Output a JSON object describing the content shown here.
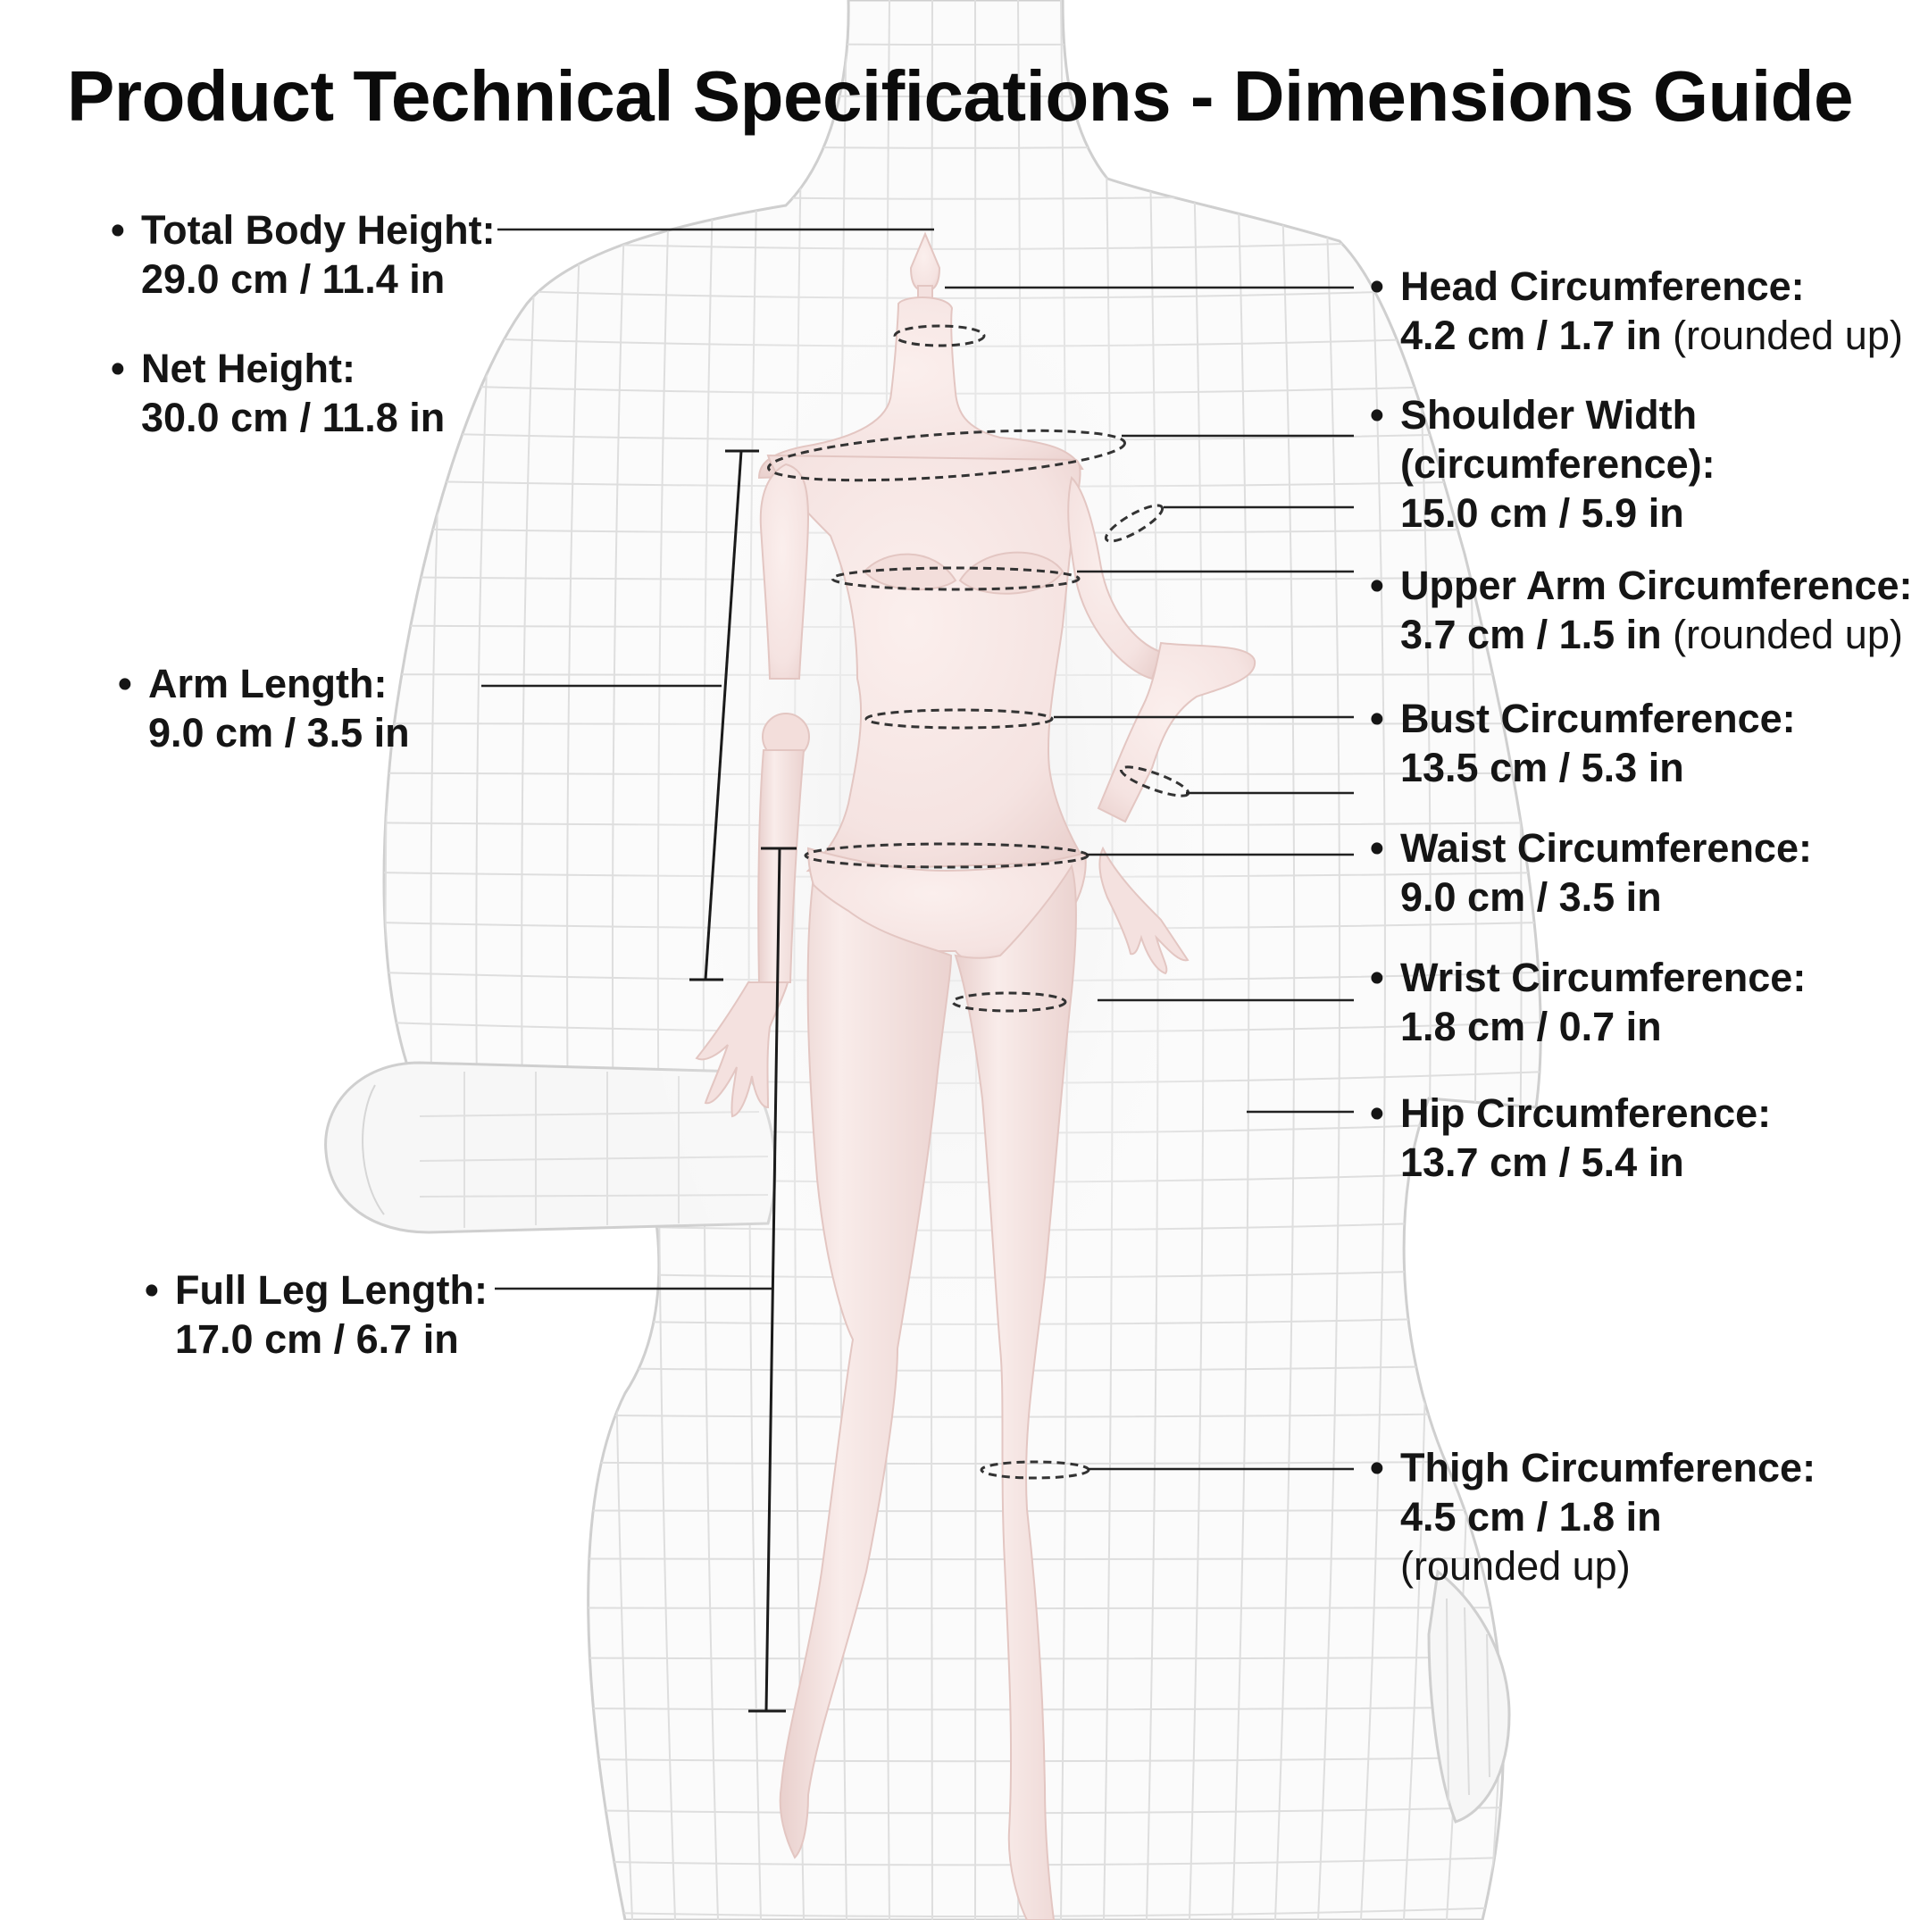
{
  "title": "Product Technical Specifications - Dimensions Guide",
  "specs": {
    "total_height": {
      "label": "Total Body Height:",
      "value": "29.0 cm / 11.4 in"
    },
    "net_height": {
      "label": "Net Height:",
      "value": "30.0 cm / 11.8 in"
    },
    "arm_length": {
      "label": "Arm Length:",
      "value": "9.0 cm / 3.5 in"
    },
    "leg_length": {
      "label": "Full Leg Length:",
      "value": "17.0 cm / 6.7 in"
    },
    "head": {
      "label": "Head Circumference:",
      "value": "4.2 cm / 1.7 in",
      "note": "(rounded up)"
    },
    "shoulder": {
      "label": "Shoulder Width",
      "label2": "(circumference):",
      "value": "15.0 cm / 5.9 in"
    },
    "upper_arm": {
      "label": "Upper Arm Circumference:",
      "value": "3.7 cm / 1.5 in",
      "note": "(rounded up)"
    },
    "bust": {
      "label": "Bust Circumference:",
      "value": "13.5 cm / 5.3 in"
    },
    "waist": {
      "label": "Waist Circumference:",
      "value": "9.0 cm / 3.5 in"
    },
    "wrist": {
      "label": "Wrist Circumference:",
      "value": "1.8 cm / 0.7 in"
    },
    "hip": {
      "label": "Hip Circumference:",
      "value": "13.7 cm / 5.4 in"
    },
    "thigh": {
      "label": "Thigh Circumference:",
      "value": "4.5 cm / 1.8 in",
      "note": "(rounded up)"
    }
  },
  "colors": {
    "body_fill": "#f7e6e4",
    "body_shade": "#e9cfcc",
    "wireframe": "#d4d4d4",
    "leader_line": "#222222"
  }
}
